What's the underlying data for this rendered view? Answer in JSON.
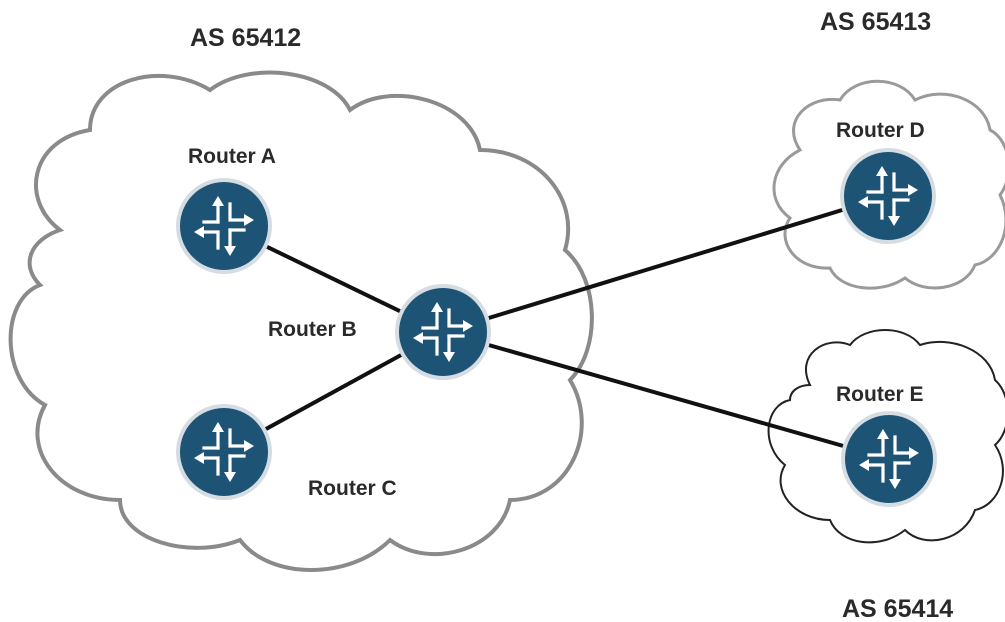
{
  "autonomous_systems": [
    {
      "id": "as1",
      "label": "AS 65412"
    },
    {
      "id": "as2",
      "label": "AS 65413"
    },
    {
      "id": "as3",
      "label": "AS 65414"
    }
  ],
  "routers": [
    {
      "id": "a",
      "label": "Router A",
      "as": "as1"
    },
    {
      "id": "b",
      "label": "Router B",
      "as": "as1"
    },
    {
      "id": "c",
      "label": "Router C",
      "as": "as1"
    },
    {
      "id": "d",
      "label": "Router D",
      "as": "as2"
    },
    {
      "id": "e",
      "label": "Router E",
      "as": "as3"
    }
  ],
  "links": [
    {
      "from": "a",
      "to": "b"
    },
    {
      "from": "c",
      "to": "b"
    },
    {
      "from": "b",
      "to": "d"
    },
    {
      "from": "b",
      "to": "e"
    }
  ],
  "colors": {
    "router_fill": "#1d5375",
    "router_ring": "#d5dde3",
    "link": "#111111",
    "cloud_outline": "#8a8a8a"
  },
  "icon": "router-icon"
}
